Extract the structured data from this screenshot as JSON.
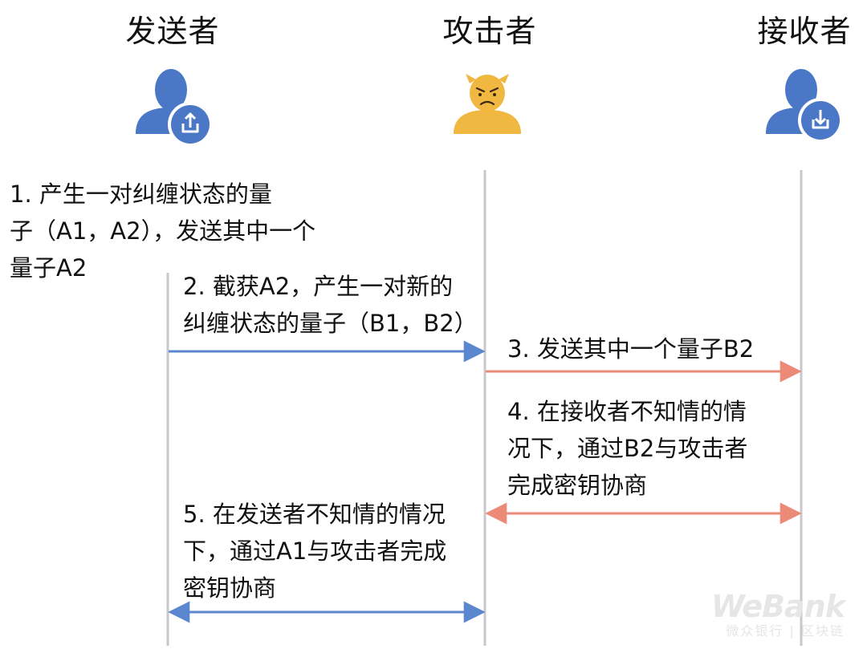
{
  "actors": {
    "sender": {
      "label": "发送者",
      "icon": "user-upload-icon",
      "color": "#4a78c7"
    },
    "attacker": {
      "label": "攻击者",
      "icon": "angry-devil-icon",
      "color": "#f0b840"
    },
    "receiver": {
      "label": "接收者",
      "icon": "user-download-icon",
      "color": "#4a78c7"
    }
  },
  "steps": [
    {
      "lines": [
        "1. 产生一对纠缠状态的量",
        "子（A1，A2），发送其中一个",
        "量子A2"
      ]
    },
    {
      "lines": [
        "2. 截获A2，产生一对新的",
        "纠缠状态的量子（B1，B2）"
      ]
    },
    {
      "lines": [
        "3. 发送其中一个量子B2"
      ]
    },
    {
      "lines": [
        "4. 在接收者不知情的情",
        "况下，通过B2与攻击者",
        "完成密钥协商"
      ]
    },
    {
      "lines": [
        "5. 在发送者不知情的情况",
        "下，通过A1与攻击者完成",
        "密钥协商"
      ]
    }
  ],
  "colors": {
    "lifeline": "#c8c8cc",
    "arrow_blue": "#5b87cf",
    "arrow_red": "#ec8a7a"
  },
  "watermark": {
    "logo": "WeBank",
    "subtitle": "微众银行 | 区块链"
  }
}
